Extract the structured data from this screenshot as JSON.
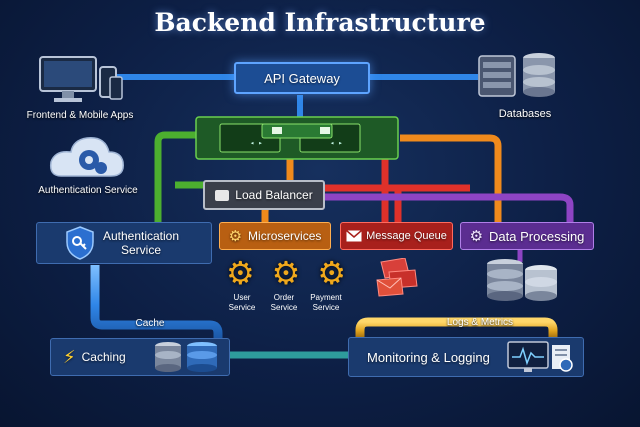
{
  "title": "Backend Infrastructure",
  "nodes": {
    "api_gateway": "API Gateway",
    "frontend": "Frontend & Mobile Apps",
    "databases": "Databases",
    "auth_cloud": "Authentication Service",
    "load_balancer": "Load Balancer",
    "auth_service": "Authentication Service",
    "microservices": "Microservices",
    "message_queue": "Message Queue",
    "data_processing": "Data Processing",
    "caching": "Caching",
    "monitoring": "Monitoring & Logging"
  },
  "services": [
    {
      "label": "User Service"
    },
    {
      "label": "Order Service"
    },
    {
      "label": "Payment Service"
    }
  ],
  "pipe_labels": {
    "cache": "Cache",
    "logs": "Logs & Metrics"
  },
  "colors": {
    "blue_pipe": "#2f86e8",
    "green_pipe": "#4caf2f",
    "orange_pipe": "#f08a1c",
    "red_pipe": "#e0312a",
    "purple_pipe": "#8e44c4",
    "teal_pipe": "#2e9c9c",
    "gold_pipe": "#e0a21c",
    "gateway_box": "#1c4d94",
    "microservices_box": "#b85f12",
    "queue_box": "#a8201c",
    "processing_box": "#5b2d91"
  }
}
